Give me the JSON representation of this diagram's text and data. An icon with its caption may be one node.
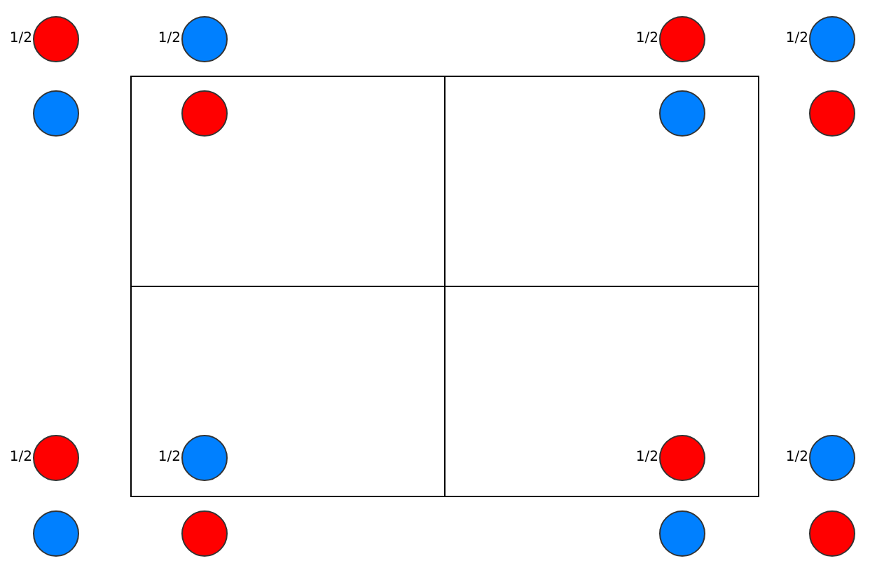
{
  "diagram": {
    "labels": [
      "1/2",
      "1/2",
      "1/2",
      "1/2",
      "1/2",
      "1/2",
      "1/2",
      "1/2"
    ]
  }
}
